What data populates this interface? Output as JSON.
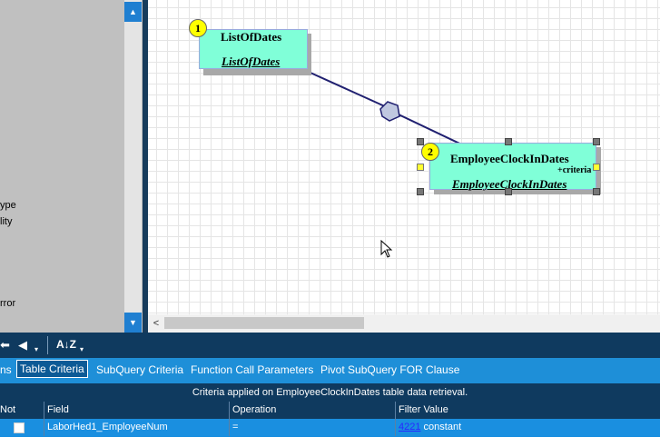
{
  "left_panel": {
    "labels": [
      "ype",
      "lity",
      "rror"
    ]
  },
  "diagram": {
    "node1": {
      "badge": "1",
      "title": "ListOfDates",
      "subtitle": "ListOfDates"
    },
    "node2": {
      "badge": "2",
      "title": "EmployeeClockInDates",
      "subtitle": "EmployeeClockInDates",
      "criteria_label": "+criteria"
    }
  },
  "toolbar": {
    "items": [
      "⬅",
      "◀",
      "A↓Z"
    ]
  },
  "tabs": [
    {
      "label": "ns"
    },
    {
      "label": "Table Criteria",
      "active": true
    },
    {
      "label": "SubQuery Criteria"
    },
    {
      "label": "Function Call Parameters"
    },
    {
      "label": "Pivot SubQuery FOR Clause"
    }
  ],
  "criteria": {
    "header": "Criteria applied on EmployeeClockInDates table data retrieval.",
    "columns": [
      "Not",
      "Field",
      "Operation",
      "Filter Value"
    ],
    "rows": [
      {
        "not": false,
        "field": "LaborHed1_EmployeeNum",
        "operation": "=",
        "filter_link": "4221",
        "filter_text": "constant"
      }
    ]
  },
  "colors": {
    "node_fill": "#80ffd8",
    "badge": "#ffff00",
    "toolbar": "#0f3a5f",
    "tabstrip": "#1e8fd8",
    "row_selected": "#1a8fe0"
  }
}
